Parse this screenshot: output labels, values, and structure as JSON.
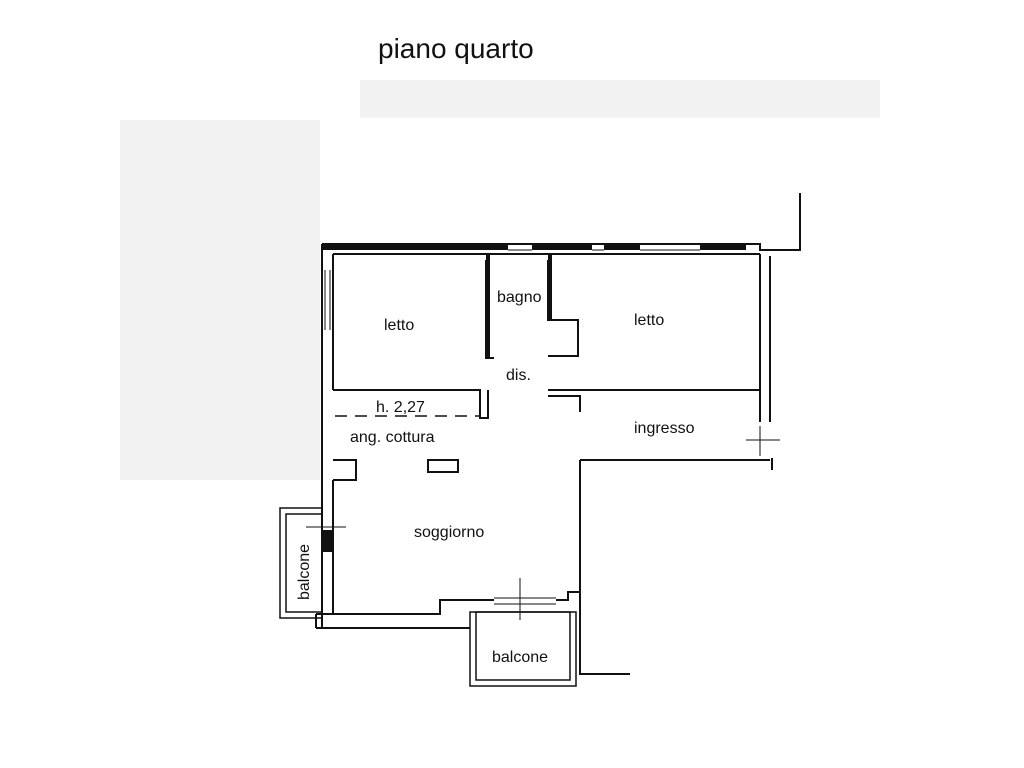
{
  "title": "piano quarto",
  "rooms": {
    "letto_left": "letto",
    "bagno": "bagno",
    "letto_right": "letto",
    "disimpegno": "dis.",
    "height_note": "h. 2,27",
    "angolo_cottura": "ang. cottura",
    "ingresso": "ingresso",
    "soggiorno": "soggiorno",
    "balcone_side": "balcone",
    "balcone_bottom": "balcone"
  }
}
